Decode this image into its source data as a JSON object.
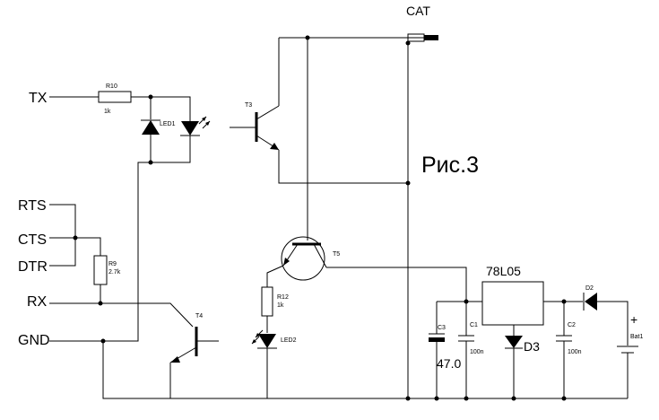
{
  "title": "Рис.3",
  "labels": {
    "cat": "CAT",
    "tx": "TX",
    "rts": "RTS",
    "cts": "CTS",
    "dtr": "DTR",
    "rx": "RX",
    "gnd": "GND",
    "regulator": "78L05",
    "plus": "+"
  },
  "components": {
    "r10": {
      "ref": "R10",
      "value": "1k"
    },
    "r9": {
      "ref": "R9",
      "value": "2.7k"
    },
    "r12": {
      "ref": "R12",
      "value": "1k"
    },
    "led1": {
      "ref": "LED1"
    },
    "led2": {
      "ref": "LED2"
    },
    "t3": {
      "ref": "T3"
    },
    "t4": {
      "ref": "T4"
    },
    "t5": {
      "ref": "T5"
    },
    "c1": {
      "ref": "C1",
      "value": "100n"
    },
    "c2": {
      "ref": "C2",
      "value": "100n"
    },
    "c3": {
      "ref": "C3",
      "value": "47.0"
    },
    "d2": {
      "ref": "D2"
    },
    "d3": {
      "ref": "D3"
    },
    "bat1": {
      "ref": "Bat1"
    }
  }
}
